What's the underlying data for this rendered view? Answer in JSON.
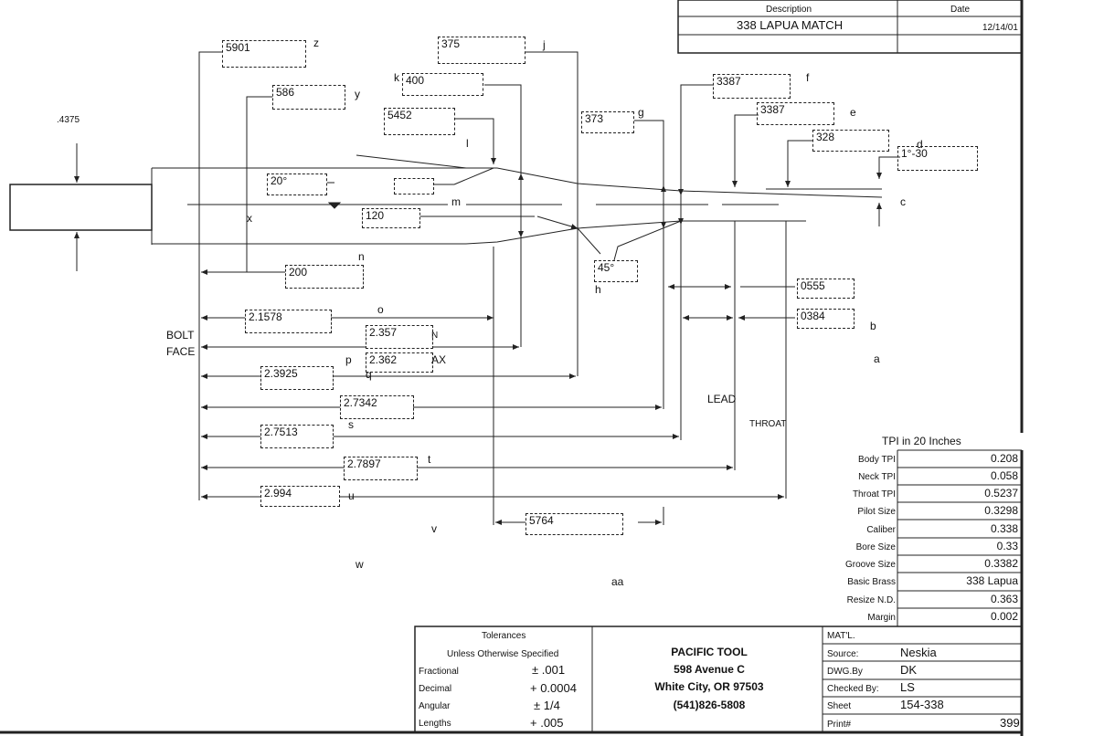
{
  "header": {
    "description_label": "Description",
    "date_label": "Date",
    "description_value": "338 LAPUA MATCH",
    "date_value": "12/14/01"
  },
  "dimensions": [
    {
      "id": "z",
      "value": "5901",
      "letter": "z"
    },
    {
      "id": "y",
      "value": "586",
      "letter": "y"
    },
    {
      "id": "j",
      "value": "375",
      "letter": "j"
    },
    {
      "id": "k",
      "value": "400",
      "letter": "k"
    },
    {
      "id": "l",
      "value": "5452",
      "letter": "l"
    },
    {
      "id": "g",
      "value": "373",
      "letter": "g"
    },
    {
      "id": "f",
      "value": "3387",
      "letter": "f"
    },
    {
      "id": "e",
      "value": "3387",
      "letter": "e"
    },
    {
      "id": "d",
      "value": "328",
      "letter": "d"
    },
    {
      "id": "d2",
      "value": "1°-30",
      "letter": ""
    },
    {
      "id": "ang20",
      "value": "20°",
      "letter": ""
    },
    {
      "id": "blank",
      "value": "",
      "letter": ""
    },
    {
      "id": "m",
      "value": "120",
      "letter": "m"
    },
    {
      "id": "n",
      "value": "200",
      "letter": "n"
    },
    {
      "id": "h",
      "value": "45°",
      "letter": "h"
    },
    {
      "id": "b1",
      "value": "0555",
      "letter": ""
    },
    {
      "id": "b2",
      "value": "0384",
      "letter": "b"
    },
    {
      "id": "o",
      "value": "2.1578",
      "letter": "o"
    },
    {
      "id": "p1",
      "value": "2.357",
      "letter": "N"
    },
    {
      "id": "p2",
      "value": "2.362",
      "letter": "AX"
    },
    {
      "id": "q",
      "value": "2.3925",
      "letter": "q"
    },
    {
      "id": "r",
      "value": "2.7342",
      "letter": ""
    },
    {
      "id": "s",
      "value": "2.7513",
      "letter": "s"
    },
    {
      "id": "t",
      "value": "2.7897",
      "letter": "t"
    },
    {
      "id": "u",
      "value": "2.994",
      "letter": "u"
    },
    {
      "id": "aa",
      "value": "5764",
      "letter": "aa"
    }
  ],
  "labels": {
    "dia": ".4375",
    "x": "x",
    "c": "c",
    "a": "a",
    "p": "p",
    "bolt": "BOLT",
    "face": "FACE",
    "lead": "LEAD",
    "throat": "THROAT",
    "v": "v",
    "w": "w"
  },
  "tpi": {
    "title": "TPI in 20 Inches",
    "rows": [
      {
        "label": "Body TPI",
        "value": "0.208"
      },
      {
        "label": "Neck TPI",
        "value": "0.058"
      },
      {
        "label": "Throat TPI",
        "value": "0.5237"
      },
      {
        "label": "Pilot Size",
        "value": "0.3298"
      },
      {
        "label": "Caliber",
        "value": "0.338"
      },
      {
        "label": "Bore Size",
        "value": "0.33"
      },
      {
        "label": "Groove Size",
        "value": "0.3382"
      },
      {
        "label": "Basic Brass",
        "value": "338 Lapua"
      },
      {
        "label": "Resize N.D.",
        "value": "0.363"
      },
      {
        "label": "Margin",
        "value": "0.002"
      }
    ]
  },
  "tolerances": {
    "title": "Tolerances",
    "subtitle": "Unless Otherwise Specified",
    "rows": [
      {
        "label": "Fractional",
        "value": "± .001"
      },
      {
        "label": "Decimal",
        "value": "+ 0.0004"
      },
      {
        "label": "Angular",
        "value": "± 1/4"
      },
      {
        "label": "Lengths",
        "value": "+ .005"
      }
    ]
  },
  "company": {
    "name": "PACIFIC TOOL",
    "street": "598 Avenue C",
    "city": "White City, OR 97503",
    "phone": "(541)826-5808"
  },
  "info": {
    "rows": [
      {
        "label": "MAT'L.",
        "value": ""
      },
      {
        "label": "Source:",
        "value": "Neskia"
      },
      {
        "label": "DWG.By",
        "value": "DK"
      },
      {
        "label": "Checked By:",
        "value": "LS"
      },
      {
        "label": "Sheet",
        "value": "154-338"
      },
      {
        "label": "Print#",
        "value": "399"
      }
    ]
  }
}
